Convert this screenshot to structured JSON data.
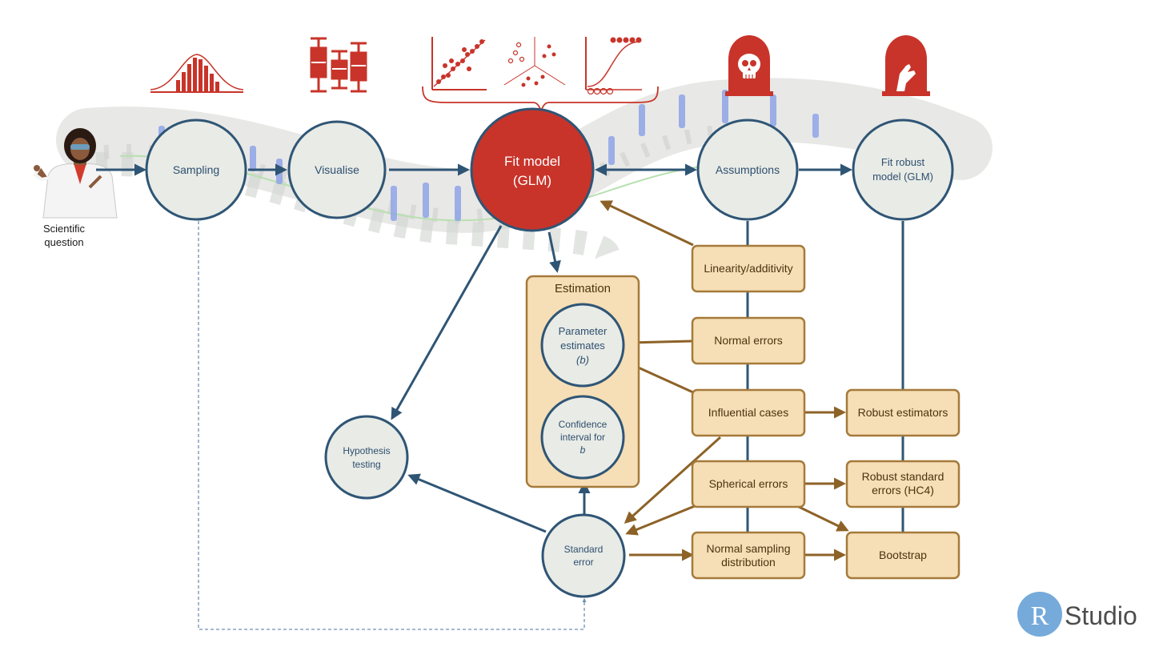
{
  "colors": {
    "circle_fill": "#e8ebe6",
    "circle_stroke": "#2f5575",
    "fit_fill": "#c8342a",
    "box_fill": "#f6deb6",
    "box_stroke": "#a57a3a",
    "blue_arrow": "#2f5575",
    "brown_arrow": "#8d6227",
    "icon_red": "#c8342a",
    "rstudio_blue": "#75aadb",
    "spine": "#e4e4e2",
    "spine_disc": "#8fa4e8"
  },
  "icons": {
    "scientist": "scientist-icon",
    "histogram": "histogram-icon",
    "boxplot": "boxplot-icon",
    "scatter": "scatterplot-icon",
    "scatter_groups": "grouped-scatter-icon",
    "logistic": "logistic-curve-icon",
    "tombstone_skull": "tombstone-skull-icon",
    "tombstone_hand": "tombstone-hand-icon",
    "rstudio_logo": "rstudio-logo-icon"
  },
  "nodes": {
    "scientific_question": [
      "Scientific",
      "question"
    ],
    "sampling": [
      "Sampling"
    ],
    "visualise": [
      "Visualise"
    ],
    "fit_model": [
      "Fit model",
      "(GLM)"
    ],
    "assumptions": [
      "Assumptions"
    ],
    "fit_robust": [
      "Fit robust",
      "model (GLM)"
    ],
    "hypothesis": [
      "Hypothesis",
      "testing"
    ],
    "standard_error": [
      "Standard",
      "error"
    ],
    "parameter_estimates": [
      "Parameter",
      "estimates",
      "(b)"
    ],
    "confidence_interval": [
      "Confidence",
      "interval for",
      "b"
    ]
  },
  "estimation": {
    "title": "Estimation"
  },
  "boxes": {
    "linearity": [
      "Linearity/additivity"
    ],
    "normal_errors": [
      "Normal errors"
    ],
    "influential": [
      "Influential cases"
    ],
    "spherical": [
      "Spherical errors"
    ],
    "normal_sampling": [
      "Normal sampling",
      "distribution"
    ],
    "robust_estimators": [
      "Robust estimators"
    ],
    "robust_se": [
      "Robust standard",
      "errors (HC4)"
    ],
    "bootstrap": [
      "Bootstrap"
    ]
  },
  "logo": {
    "r": "R",
    "text": "Studio"
  }
}
